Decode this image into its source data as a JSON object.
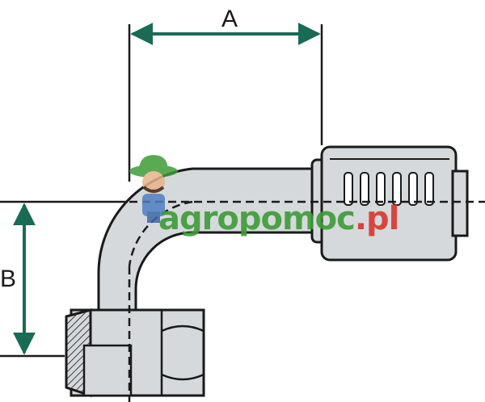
{
  "dimensions": {
    "a_label": "A",
    "b_label": "B"
  },
  "watermark": {
    "brand_main": "agropomoc",
    "brand_tld": ".pl",
    "mascot_icon": "farmer-mascot-icon"
  },
  "colors": {
    "dimension_arrow": "#1a6b56",
    "fitting_fill": "#d6d9dc",
    "outline": "#1a1a1a",
    "watermark_green": "#3d9c35",
    "watermark_red": "#d9362c"
  }
}
